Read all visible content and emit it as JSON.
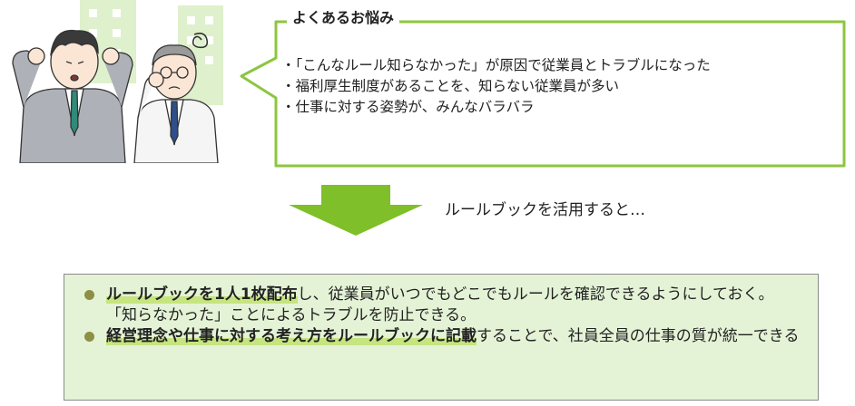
{
  "bubble": {
    "title": "よくあるお悩み",
    "items": [
      "「こんなルール知らなかった」が原因で従業員とトラブルになった",
      "福利厚生制度があることを、知らない従業員が多い",
      "仕事に対する姿勢が、みんなバラバラ"
    ]
  },
  "arrow": {
    "caption": "ルールブックを活用すると…"
  },
  "result": {
    "items": [
      {
        "highlight": "ルールブックを1人1枚配布",
        "text": "し、従業員がいつでもどこでもルールを確認できるようにしておく。",
        "text2": "「知らなかった」ことによるトラブルを防止できる。"
      },
      {
        "highlight": "経営理念や仕事に対する考え方をルールブックに記載",
        "text": "することで、社員全員の仕事の質が統一できる"
      }
    ]
  },
  "colors": {
    "accent": "#8cc63f",
    "arrow": "#7fbf2a",
    "result_bg": "#e4f3d6",
    "highlight": "#c6e47f",
    "bullet": "#8c8f45",
    "building": "#dff0cc"
  }
}
